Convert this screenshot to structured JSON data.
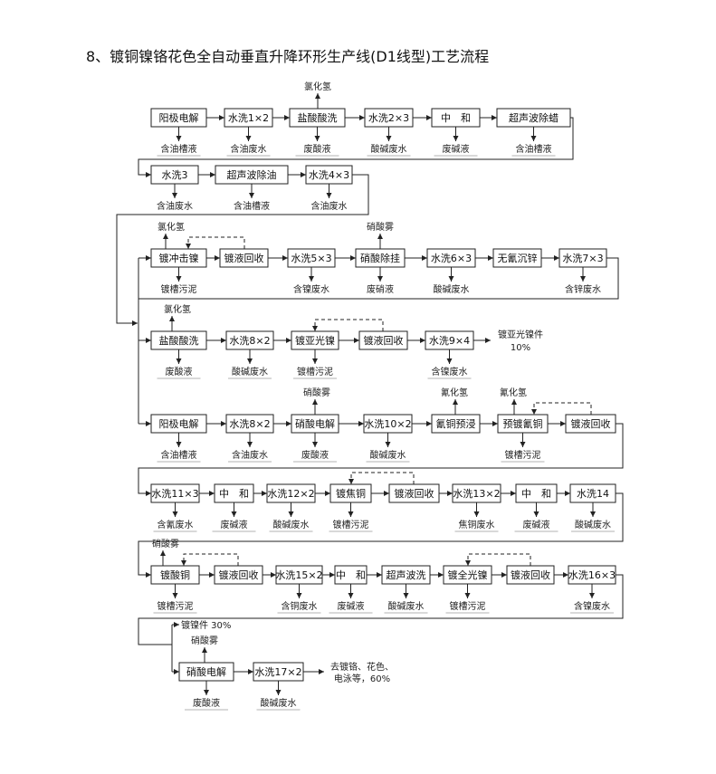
{
  "title": "8、镀铜镍铬花色全自动垂直升降环形生产线(D1线型)工艺流程",
  "rows": [
    {
      "steps": [
        "阳极电解",
        "水洗1×2",
        "盐酸酸洗",
        "水洗2×3",
        "中　和",
        "超声波除蜡"
      ],
      "emissions_up": [
        "氯化氢"
      ],
      "emissions_down": [
        "含油槽液",
        "含油废水",
        "废酸液",
        "酸碱废水",
        "废碱液",
        "含油槽液"
      ]
    },
    {
      "steps": [
        "水洗3",
        "超声波除油",
        "水洗4×3"
      ],
      "emissions_down": [
        "含油废水",
        "含油槽液",
        "含油废水"
      ]
    },
    {
      "steps": [
        "镀冲击镍",
        "镀液回收",
        "水洗5×3",
        "硝酸除挂",
        "水洗6×3",
        "无氰沉锌",
        "水洗7×3"
      ],
      "emissions_up": [
        "氯化氢",
        "硝酸雾"
      ],
      "emissions_down": [
        "镀槽污泥",
        "含镍废水",
        "废硝液",
        "酸碱废水",
        "含锌废水"
      ]
    },
    {
      "steps": [
        "盐酸酸洗",
        "水洗8×2",
        "镀亚光镍",
        "镀液回收",
        "水洗9×4"
      ],
      "emissions_up": [
        "氯化氢"
      ],
      "emissions_down": [
        "废酸液",
        "酸碱废水",
        "镀槽污泥",
        "含镍废水"
      ],
      "product": [
        "镀亚光镍件",
        "10%"
      ]
    },
    {
      "steps": [
        "阳极电解",
        "水洗8×2",
        "硝酸电解",
        "水洗10×2",
        "氰铜预浸",
        "预镀氰铜",
        "镀液回收"
      ],
      "emissions_up": [
        "硝酸雾",
        "氰化氢",
        "氰化氢"
      ],
      "emissions_down": [
        "含油槽液",
        "含油废水",
        "废酸液",
        "酸碱废水",
        "镀槽污泥"
      ]
    },
    {
      "steps": [
        "水洗11×3",
        "中　和",
        "水洗12×2",
        "镀焦铜",
        "镀液回收",
        "水洗13×2",
        "中　和",
        "水洗14"
      ],
      "emissions_down": [
        "含氰废水",
        "废碱液",
        "酸碱废水",
        "镀槽污泥",
        "焦铜废水",
        "废碱液",
        "酸碱废水"
      ]
    },
    {
      "steps": [
        "镀酸铜",
        "镀液回收",
        "水洗15×2",
        "中　和",
        "超声波洗",
        "镀全光镍",
        "镀液回收",
        "水洗16×3"
      ],
      "emissions_up": [
        "硝酸雾"
      ],
      "emissions_down": [
        "镀槽污泥",
        "含铜废水",
        "废碱液",
        "酸碱废水",
        "镀槽污泥",
        "含镍废水"
      ]
    },
    {
      "steps": [
        "硝酸电解",
        "水洗17×2"
      ],
      "emissions_up": [
        "硝酸雾"
      ],
      "emissions_down": [
        "废酸液",
        "酸碱废水"
      ],
      "product_branch": "镀镍件 30%",
      "product": [
        "去镀铬、花色、",
        "电泳等，60%"
      ]
    }
  ]
}
